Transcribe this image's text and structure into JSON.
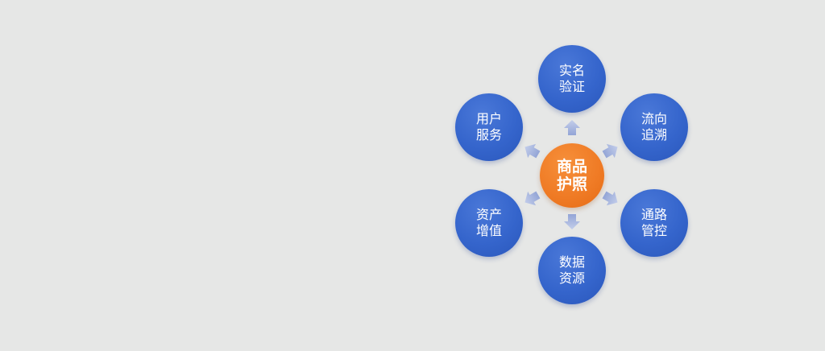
{
  "center": {
    "line1": "商品",
    "line2": "护照"
  },
  "nodes": {
    "top": {
      "line1": "实名",
      "line2": "验证"
    },
    "upper_right": {
      "line1": "流向",
      "line2": "追溯"
    },
    "lower_right": {
      "line1": "通路",
      "line2": "管控"
    },
    "bottom": {
      "line1": "数据",
      "line2": "资源"
    },
    "lower_left": {
      "line1": "资产",
      "line2": "增值"
    },
    "upper_left": {
      "line1": "用户",
      "line2": "服务"
    }
  },
  "colors": {
    "background": "#e6e7e6",
    "node": "#3565cc",
    "center": "#ef7a24",
    "arrow": "#a9b6dc"
  }
}
